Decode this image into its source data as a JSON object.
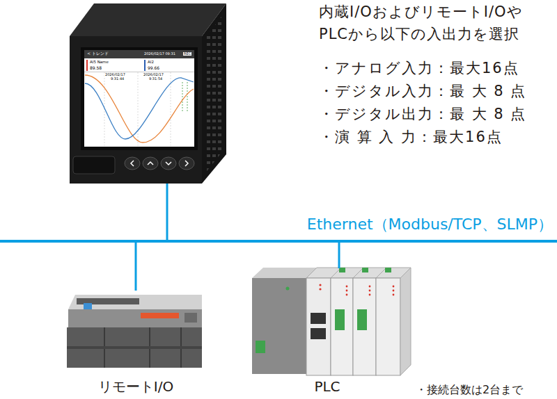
{
  "diagram": {
    "nodes": [
      {
        "text": [
          "Ethernet（Modbus/TCP、SLMP）"
        ]
      },
      {
        "text": [
          "リモートI/O"
        ]
      },
      {
        "text": [
          "PLC"
        ]
      }
    ],
    "edges": [
      {
        "from": 0,
        "to": 1,
        "arrow": "none"
      },
      {
        "from": 0,
        "to": 2,
        "arrow": "none"
      }
    ],
    "labels": [
      "内蔵I/OおよびリモートI/Oや",
      "PLCから以下の入出力を選択",
      "・アナログ入力：最大16点",
      "・デジタル入力：最 大 8 点",
      "・デジタル出力：最 大 8 点",
      "・演 算 入 力：最大16点",
      "・接続台数は2台まで",
      "< トレンド",
      "2026/02/17 09:31",
      "REC",
      "AI5 Name",
      "89.58",
      "AI2",
      "99.66",
      "2026/02/17",
      "9:31:44",
      "2026/02/17",
      "9:31:54"
    ]
  }
}
